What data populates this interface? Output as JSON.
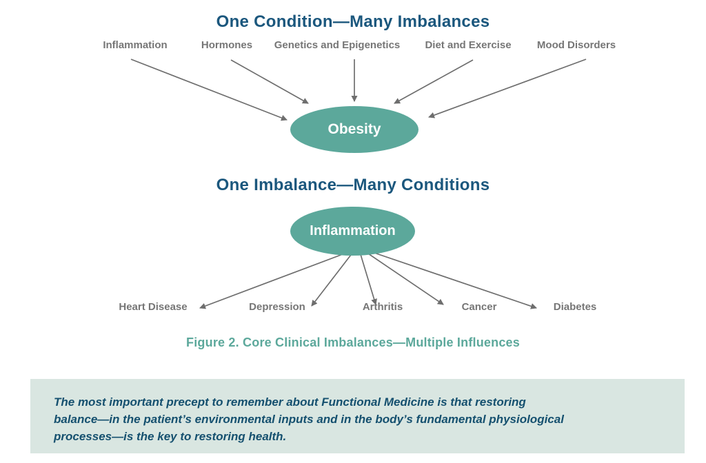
{
  "colors": {
    "title_blue": "#1B577D",
    "teal": "#5CA89B",
    "label_gray": "#767676",
    "arrow_gray": "#6E6E6E",
    "ellipse_text": "#FFFFFF",
    "callout_bg": "#D9E6E1",
    "callout_text": "#15506F"
  },
  "diagram_top": {
    "title": "One Condition—Many Imbalances",
    "causes": [
      "Inflammation",
      "Hormones",
      "Genetics and Epigenetics",
      "Diet and Exercise",
      "Mood Disorders"
    ],
    "center_node": "Obesity"
  },
  "diagram_bottom": {
    "title": "One Imbalance—Many Conditions",
    "center_node": "Inflammation",
    "conditions": [
      "Heart Disease",
      "Depression",
      "Arthritis",
      "Cancer",
      "Diabetes"
    ]
  },
  "caption": "Figure 2. Core Clinical Imbalances—Multiple Influences",
  "callout": {
    "lines": [
      "The most important precept to remember about Functional Medicine is that restoring",
      "balance—in the patient’s environmental inputs and in the body’s fundamental physiological",
      "processes—is the key to restoring health."
    ]
  }
}
